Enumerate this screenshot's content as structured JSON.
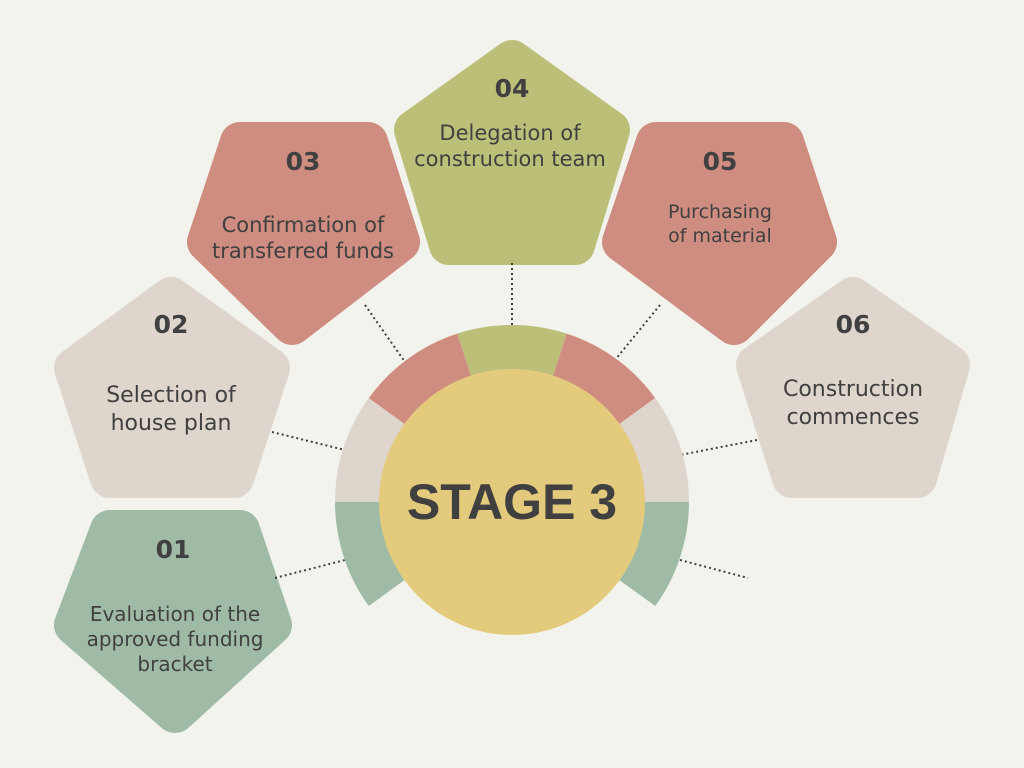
{
  "center_label": "STAGE 3",
  "colors": {
    "background": "#f2f3ec",
    "red": "#cf8c80",
    "olive": "#bcbf78",
    "beige": "#ded5cc",
    "green": "#9fbba5",
    "yellow": "#e4ca7c",
    "text": "#404040"
  },
  "steps": [
    {
      "number": "01",
      "text": [
        "Evaluation of the",
        "approved funding",
        "bracket"
      ]
    },
    {
      "number": "02",
      "text": [
        "Selection of",
        "house plan"
      ]
    },
    {
      "number": "03",
      "text": [
        "Confirmation of",
        "transferred funds"
      ]
    },
    {
      "number": "04",
      "text": [
        "Delegation of",
        "construction team"
      ]
    },
    {
      "number": "05",
      "text": [
        "Purchasing",
        "of material"
      ]
    },
    {
      "number": "06",
      "text": [
        "Construction",
        "commences"
      ]
    }
  ]
}
